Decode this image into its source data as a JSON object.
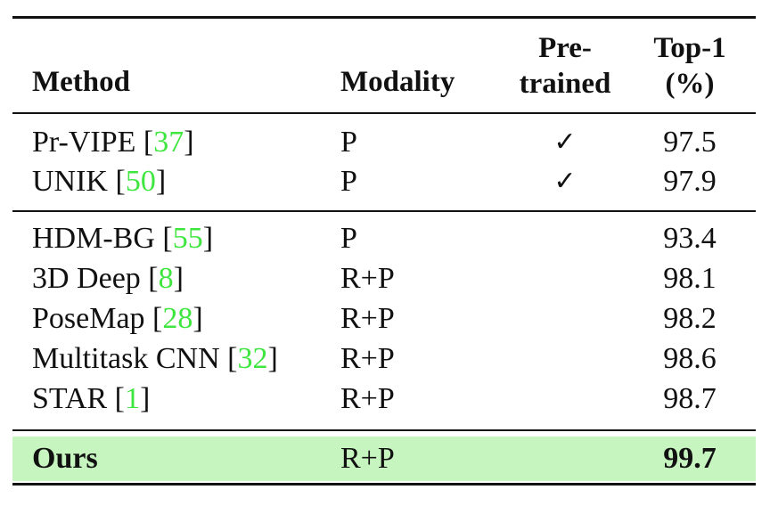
{
  "headers": {
    "method": "Method",
    "modality": "Modality",
    "pretrained_line1": "Pre-",
    "pretrained_line2": "trained",
    "top1_line1": "Top-1",
    "top1_line2": "(%)"
  },
  "group1": [
    {
      "name": "Pr-VIPE [",
      "ref": "37",
      "close": "]",
      "modality": "P",
      "pretrained": "✓",
      "top1": "97.5"
    },
    {
      "name": "UNIK [",
      "ref": "50",
      "close": "]",
      "modality": "P",
      "pretrained": "✓",
      "top1": "97.9"
    }
  ],
  "group2": [
    {
      "name": "HDM-BG [",
      "ref": "55",
      "close": "]",
      "modality": "P",
      "pretrained": "",
      "top1": "93.4"
    },
    {
      "name": "3D Deep [",
      "ref": "8",
      "close": "]",
      "modality": "R+P",
      "pretrained": "",
      "top1": "98.1"
    },
    {
      "name": "PoseMap [",
      "ref": "28",
      "close": "]",
      "modality": "R+P",
      "pretrained": "",
      "top1": "98.2"
    },
    {
      "name": "Multitask CNN [",
      "ref": "32",
      "close": "]",
      "modality": "R+P",
      "pretrained": "",
      "top1": "98.6"
    },
    {
      "name": "STAR [",
      "ref": "1",
      "close": "]",
      "modality": "R+P",
      "pretrained": "",
      "top1": "98.7"
    }
  ],
  "ours": {
    "name": "Ours",
    "modality": "R+P",
    "pretrained": "",
    "top1": "99.7"
  },
  "colors": {
    "highlight": "#c7f5c0",
    "ref_link": "#3fe63f"
  }
}
